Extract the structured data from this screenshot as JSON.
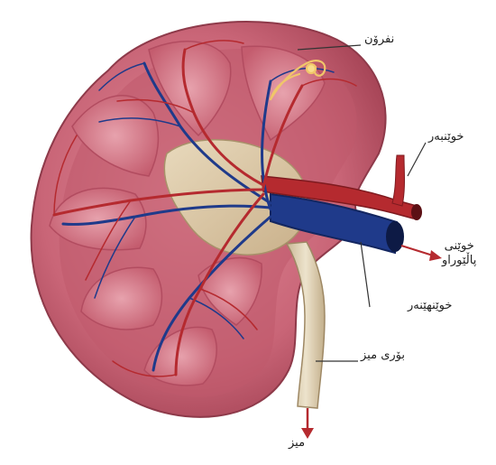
{
  "labels": {
    "nephron": "نفرۆن",
    "artery": "خوێنبەر",
    "vein_clean_line1": "خوێنی",
    "vein_clean_line2": "پاڵێوراو",
    "vein_in": "خوێنهێنەر",
    "ureter": "بۆری میز",
    "urine": "میز"
  },
  "colors": {
    "cortex": "#c96577",
    "medulla_pyramid": "#d98b97",
    "pelvis": "#d9c7a6",
    "artery": "#b52a2f",
    "vein": "#1f3a8a",
    "ureter": "#e0d2b5",
    "nephron": "#f0c66a"
  }
}
